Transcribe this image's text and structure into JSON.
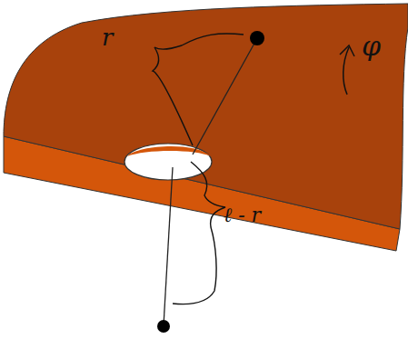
{
  "diagram": {
    "labels": [
      "r",
      "φ",
      "ℓ - r"
    ]
  }
}
